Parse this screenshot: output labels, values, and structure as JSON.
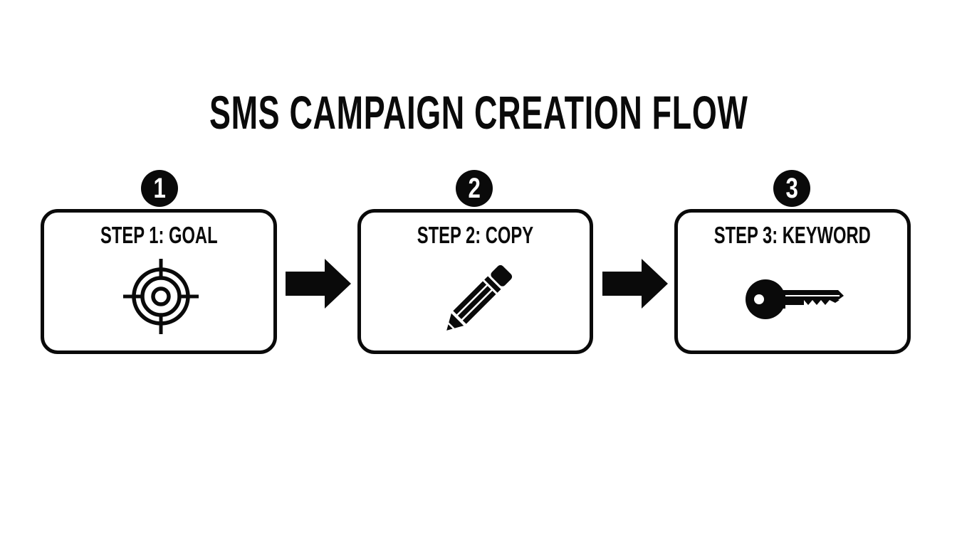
{
  "diagram": {
    "title": "SMS CAMPAIGN CREATION FLOW",
    "type": "linear-process-flow",
    "colors": {
      "foreground": "#0a0a0a",
      "background": "#ffffff",
      "badge_text": "#ffffff"
    },
    "steps": [
      {
        "number": "1",
        "label": "STEP 1: GOAL",
        "icon": "target-icon"
      },
      {
        "number": "2",
        "label": "STEP 2: COPY",
        "icon": "pencil-icon"
      },
      {
        "number": "3",
        "label": "STEP 3: KEYWORD",
        "icon": "key-icon"
      }
    ],
    "connectors": [
      {
        "from": "1",
        "to": "2",
        "icon": "arrow-right-icon"
      },
      {
        "from": "2",
        "to": "3",
        "icon": "arrow-right-icon"
      }
    ]
  }
}
